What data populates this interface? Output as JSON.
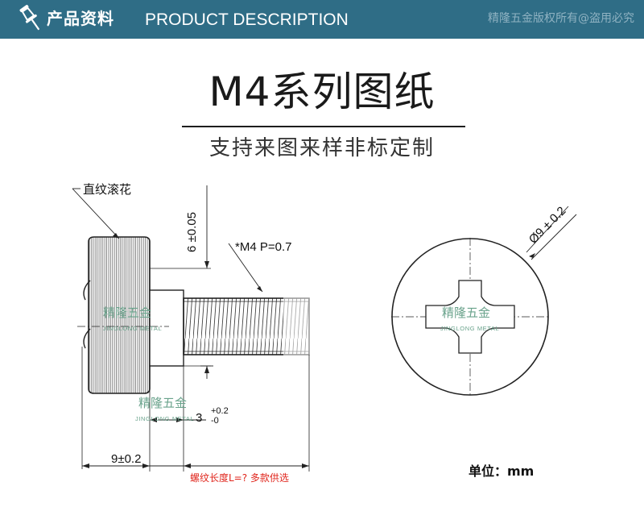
{
  "header": {
    "title_cn": "产品资料",
    "title_en": "PRODUCT DESCRIPTION",
    "copyright": "精隆五金版权所有@盗用必究",
    "pin_icon": "pushpin-icon",
    "background": "#2f6d86"
  },
  "headline": "M4系列图纸",
  "subline": "支持来图来样非标定制",
  "drawing": {
    "knurl_label": "直纹滚花",
    "thread_label": "*M4 P=0.7",
    "head_height_label": "6 ±0.05",
    "shoulder_label": "3",
    "shoulder_tol_upper": "+0.2",
    "shoulder_tol_lower": "-0",
    "head_diameter_label": "9±0.2",
    "thread_length_note": "螺纹长度L=? 多款供选",
    "top_view_diameter_label": "Ø9 ± 0.2",
    "note_color": "#e0261d"
  },
  "watermark": {
    "cn": "精隆五金",
    "en": "JINGLONG METAL"
  },
  "unit_label": "单位：mm"
}
